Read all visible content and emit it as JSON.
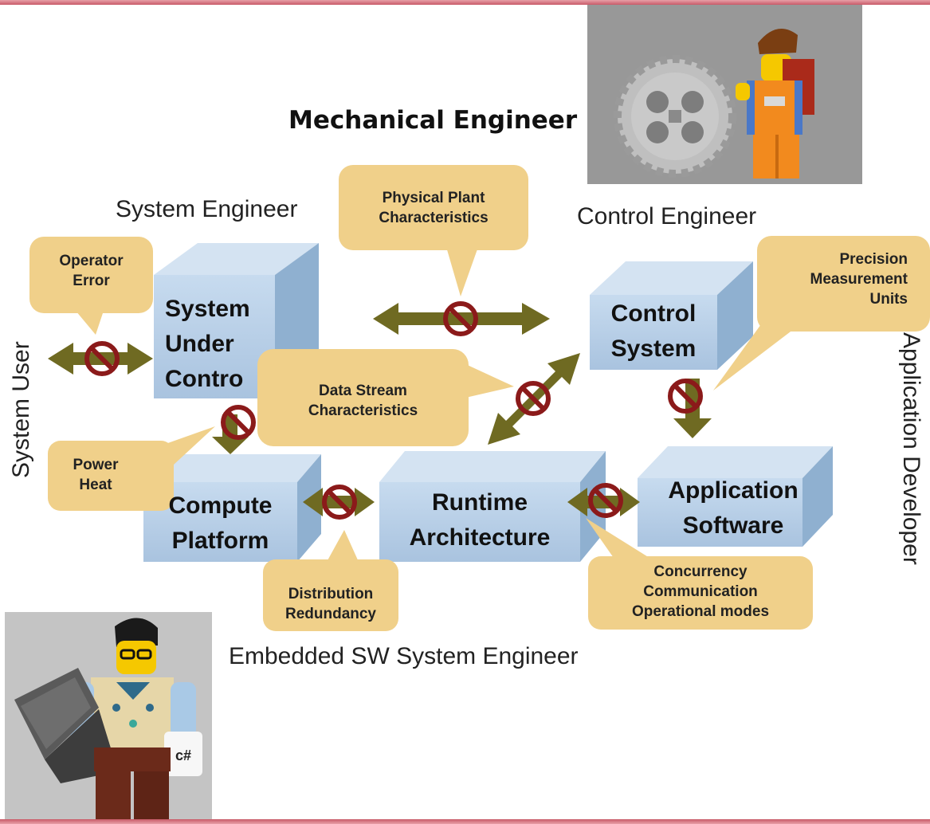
{
  "title": "Mechanical Engineer",
  "roles": {
    "system_engineer": "System Engineer",
    "control_engineer": "Control Engineer",
    "system_user": "System User",
    "application_developer": "Application Developer",
    "embedded_sw_engineer": "Embedded SW System Engineer"
  },
  "components": {
    "system_under_control": [
      "System",
      "Under",
      "Contro"
    ],
    "control_system": [
      "Control",
      "System"
    ],
    "compute_platform": [
      "Compute",
      "Platform"
    ],
    "runtime_architecture": [
      "Runtime",
      "Architecture"
    ],
    "application_software": [
      "Application",
      "Software"
    ]
  },
  "callouts": {
    "operator_error": [
      "Operator",
      "Error"
    ],
    "physical_plant": [
      "Physical Plant",
      "Characteristics"
    ],
    "precision_units": [
      "Precision",
      "Measurement",
      "Units"
    ],
    "data_stream": [
      "Data Stream",
      "Characteristics"
    ],
    "power_heat": [
      "Power",
      "Heat"
    ],
    "distribution": [
      "Distribution",
      "Redundancy"
    ],
    "concurrency": [
      "Concurrency",
      "Communication",
      "Operational modes"
    ]
  },
  "mug_text": "c#",
  "colors": {
    "box_front": "#b8cfe6",
    "box_top": "#d4e3f2",
    "box_side": "#8fb0d0",
    "callout": "#f0d08a",
    "arrow": "#6f6a22",
    "no_symbol": "#8b1a1a",
    "accent_bar": "#c85a68"
  }
}
